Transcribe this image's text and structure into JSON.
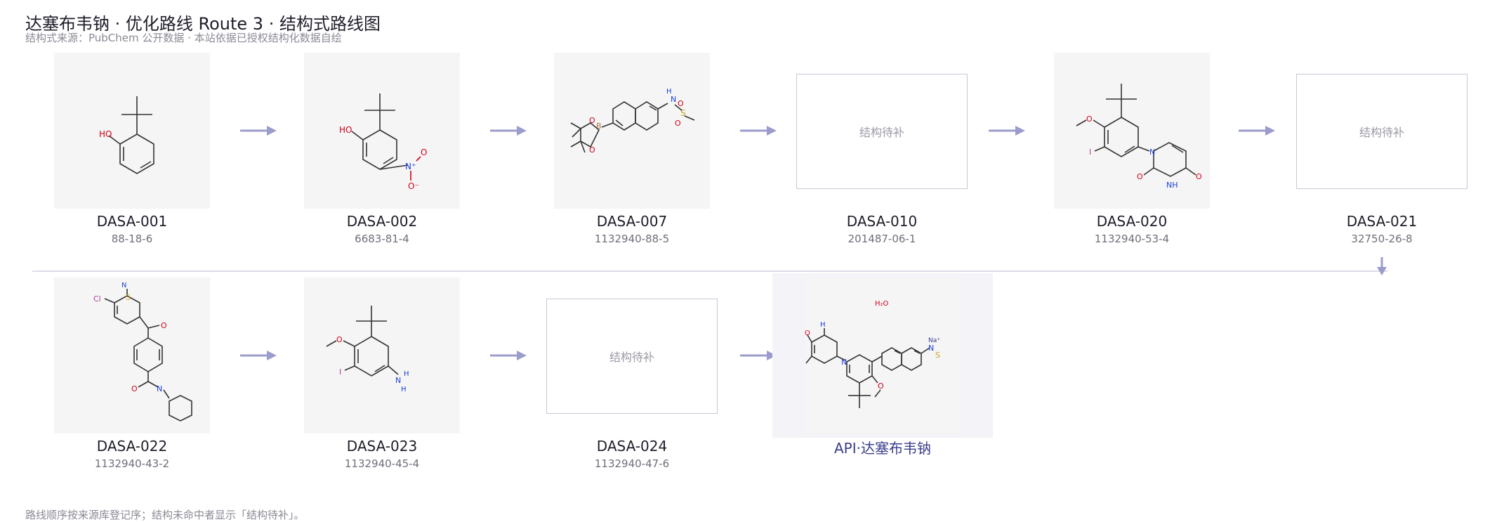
{
  "header": {
    "title": "达塞布韦钠 · 优化路线 Route 3 · 结构式路线图",
    "subtitle": "结构式来源：PubChem 公开数据 · 本站依据已授权结构化数据自绘"
  },
  "placeholder_text": "结构待补",
  "nodes": [
    {
      "code": "DASA-001",
      "cas": "88-18-6"
    },
    {
      "code": "DASA-002",
      "cas": "6683-81-4"
    },
    {
      "code": "DASA-007",
      "cas": "1132940-88-5"
    },
    {
      "code": "DASA-010",
      "cas": "201487-06-1"
    },
    {
      "code": "DASA-020",
      "cas": "1132940-53-4"
    },
    {
      "code": "DASA-021",
      "cas": "32750-26-8"
    },
    {
      "code": "DASA-022",
      "cas": "1132940-43-2"
    },
    {
      "code": "DASA-023",
      "cas": "1132940-45-4"
    },
    {
      "code": "DASA-024",
      "cas": "1132940-47-6"
    }
  ],
  "api": {
    "label": "API·达塞布韦钠"
  },
  "atoms": {
    "oh": "HO",
    "o": "O",
    "o_minus": "O⁻",
    "n": "N",
    "n_plus": "N⁺",
    "nh": "NH",
    "nh2_n": "N",
    "h": "H",
    "h2": "H₂",
    "b": "B",
    "s": "S",
    "cl": "Cl",
    "i": "I",
    "na": "Na⁺",
    "water": "H₂O"
  },
  "footnote": "路线顺序按来源库登记序；结构未命中者显示「结构待补」。",
  "colors": {
    "arrow": "#9c9ccc",
    "accent_label": "#3a3d8a",
    "oxygen": "#d0021b",
    "nitrogen": "#1f3fd8",
    "sulfur": "#c9a227",
    "boron": "#b07040",
    "halogen": "#b0419a"
  }
}
